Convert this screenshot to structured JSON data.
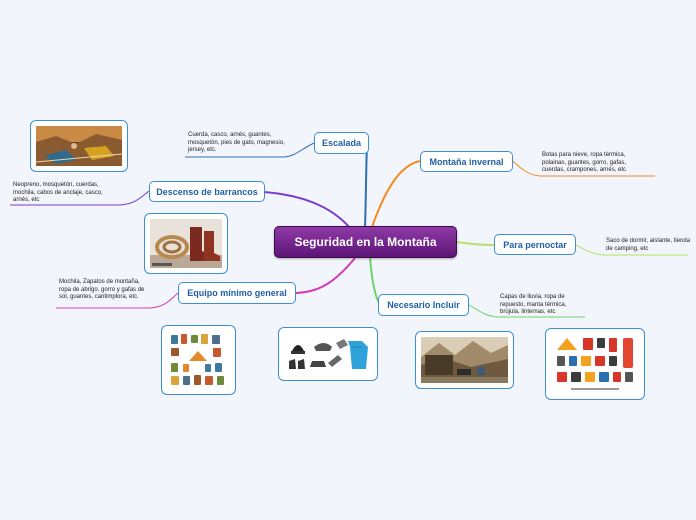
{
  "central": {
    "title": "Seguridad en la Montaña"
  },
  "branches": {
    "escalada": {
      "label": "Escalada",
      "note": "Cuerda, casco, arnés, guantes, mosquetón, pies de gato, magnesio, jersey, etc."
    },
    "descenso": {
      "label": "Descenso de barrancos",
      "note": "Neopreno, mosquetón, cuerdas, mochila, cabos de anclaje, casco, arnés, etc"
    },
    "equipo": {
      "label": "Equipo mínimo general",
      "note": "Mochila, Zapatos de montaña, ropa de abrigo. gorro y gafas de sol, guantes, cantimplora, etc."
    },
    "invernal": {
      "label": "Montaña invernal",
      "note": "Botas para nieve, ropa térmica, polainas, guantes, gorro, gafas, cuerdas, crampones, arnés, etc"
    },
    "pernoctar": {
      "label": "Para pernoctar",
      "note": "Saco de dormir, aislante, tienda de camping, etc"
    },
    "necesario": {
      "label": "Necesario Incluir",
      "note": "Capas de lluvia, ropa de repuesto, manta térmica, brújula, linternas, etc"
    }
  },
  "colors": {
    "central_fill": "#6f2088",
    "node_border": "#3b8fd4",
    "node_text": "#1f5fa6",
    "escalada_link": "#2f6fb3",
    "descenso_link": "#7a3ad0",
    "equipo_link": "#d43bb4",
    "invernal_link": "#f28c1c",
    "pernoctar_link": "#b6e06a",
    "necesario_link": "#6fd46a"
  },
  "images": [
    {
      "name": "climbers-photo",
      "icon": "climbing-photo"
    },
    {
      "name": "boots-rope-photo",
      "icon": "boots-photo"
    },
    {
      "name": "camping-gear-illustration",
      "icon": "gear-illustration"
    },
    {
      "name": "winter-gear-illustration",
      "icon": "winter-gear"
    },
    {
      "name": "mountain-camp-photo",
      "icon": "landscape-photo"
    },
    {
      "name": "hiking-equipment-infographic",
      "icon": "equipment-infographic"
    }
  ]
}
